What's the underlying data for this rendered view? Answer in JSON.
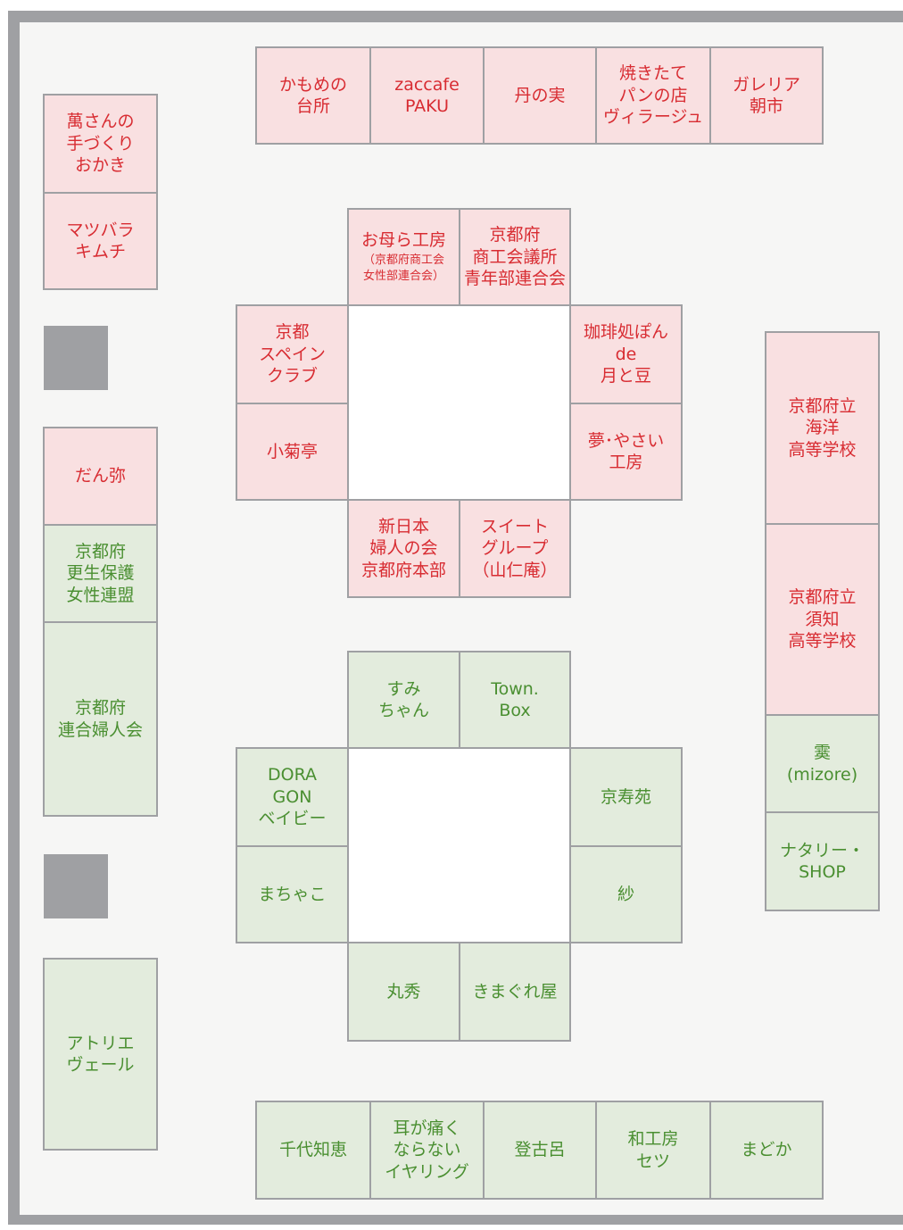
{
  "booths": {
    "top_row": [
      {
        "label": "かもめの\n台所",
        "category": "pink"
      },
      {
        "label": "zaccafe\nPAKU",
        "category": "pink"
      },
      {
        "label": "丹の実",
        "category": "pink"
      },
      {
        "label": "焼きたて\nパンの店\nヴィラージュ",
        "category": "pink"
      },
      {
        "label": "ガレリア\n朝市",
        "category": "pink"
      }
    ],
    "left_column": [
      {
        "label": "萬さんの\n手づくり\nおかき",
        "category": "pink"
      },
      {
        "label": "マツバラ\nキムチ",
        "category": "pink"
      },
      {
        "label": "だん弥",
        "category": "pink"
      },
      {
        "label": "京都府\n更生保護\n女性連盟",
        "category": "green"
      },
      {
        "label": "京都府\n連合婦人会",
        "category": "green"
      },
      {
        "label": "アトリエ\nヴェール",
        "category": "green"
      }
    ],
    "upper_island": [
      {
        "label": "お母ら工房",
        "sub": "（京都府商工会\n女性部連合会）",
        "category": "pink"
      },
      {
        "label": "京都府\n商工会議所\n青年部連合会",
        "category": "pink"
      },
      {
        "label": "京都\nスペイン\nクラブ",
        "category": "pink"
      },
      {
        "label": "珈琲処ぽん\nde\n月と豆",
        "category": "pink"
      },
      {
        "label": "小菊亭",
        "category": "pink"
      },
      {
        "label": "夢･やさい\n工房",
        "category": "pink"
      },
      {
        "label": "新日本\n婦人の会\n京都府本部",
        "category": "pink"
      },
      {
        "label": "スイート\nグループ\n（山仁庵）",
        "category": "pink"
      }
    ],
    "right_column": [
      {
        "label": "京都府立\n海洋\n高等学校",
        "category": "pink"
      },
      {
        "label": "京都府立\n須知\n高等学校",
        "category": "pink"
      },
      {
        "label": "霙\n(mizore)",
        "category": "green"
      },
      {
        "label": "ナタリー・\nSHOP",
        "category": "green"
      }
    ],
    "lower_island": [
      {
        "label": "すみ\nちゃん",
        "category": "green"
      },
      {
        "label": "Town.\nBox",
        "category": "green"
      },
      {
        "label": "DORA\nGON\nベイビー",
        "category": "green"
      },
      {
        "label": "京寿苑",
        "category": "green"
      },
      {
        "label": "まちゃこ",
        "category": "green"
      },
      {
        "label": "紗",
        "category": "green"
      },
      {
        "label": "丸秀",
        "category": "green"
      },
      {
        "label": "きまぐれ屋",
        "category": "green"
      }
    ],
    "bottom_row": [
      {
        "label": "千代知恵",
        "category": "green"
      },
      {
        "label": "耳が痛く\nならない\nイヤリング",
        "category": "green"
      },
      {
        "label": "登古呂",
        "category": "green"
      },
      {
        "label": "和工房\nセツ",
        "category": "green"
      },
      {
        "label": "まどか",
        "category": "green"
      }
    ]
  },
  "colors": {
    "pink_fill": "#f9e0e1",
    "pink_text": "#d82c32",
    "green_fill": "#e3ecdd",
    "green_text": "#4a8f31",
    "border": "#9fa0a3",
    "wall": "#9fa0a3",
    "pillar": "#9fa0a3"
  }
}
